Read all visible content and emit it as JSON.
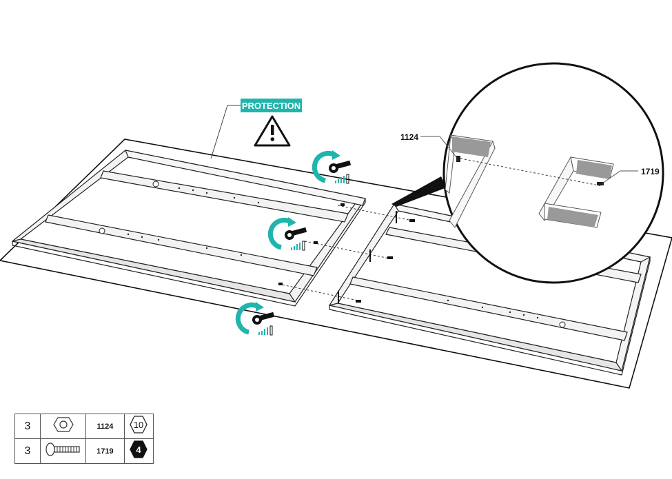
{
  "labels": {
    "protection": "PROTECTION",
    "part_left": "1124",
    "part_right": "1719"
  },
  "parts": [
    {
      "qty": "3",
      "code": "1124",
      "tool": "10",
      "icon": "nut-icon"
    },
    {
      "qty": "3",
      "code": "1719",
      "tool": "4",
      "icon": "bolt-icon"
    }
  ],
  "colors": {
    "accent": "#1fb5ac",
    "line": "#222222",
    "rail_fill": "#f2f2f2"
  }
}
